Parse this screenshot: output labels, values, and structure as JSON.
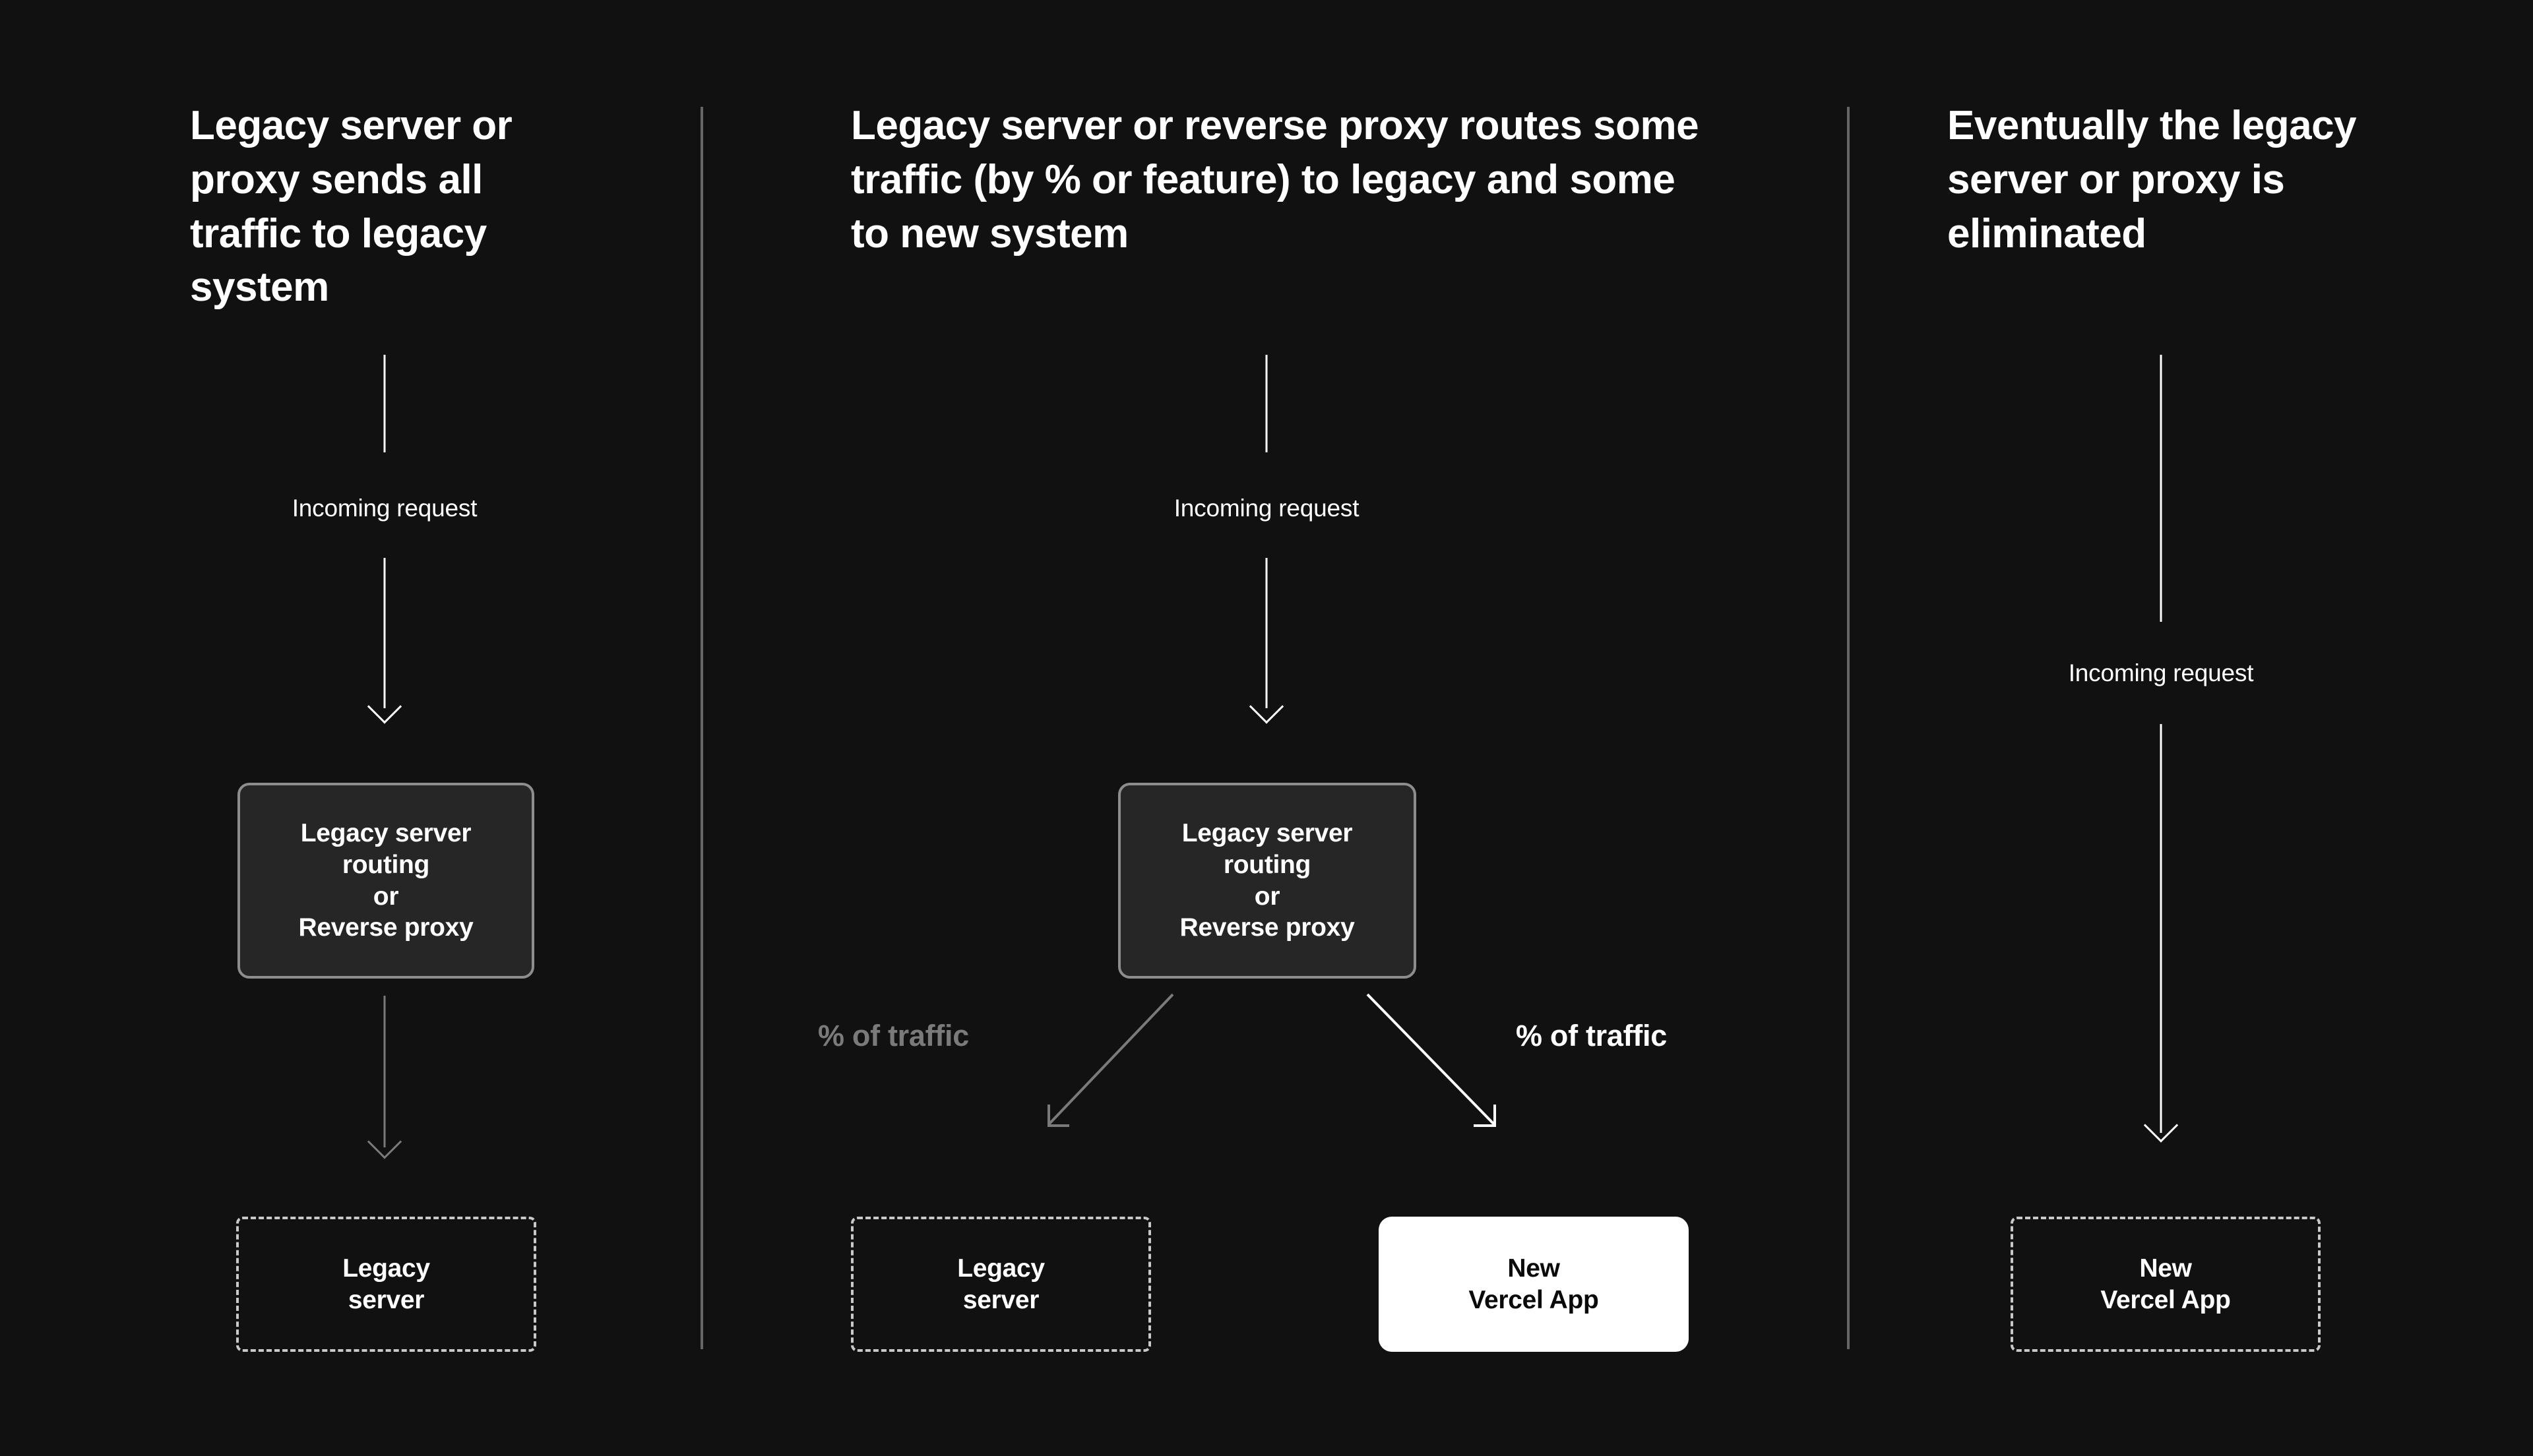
{
  "theme": {
    "background": "#111111",
    "text_primary": "#ffffff",
    "text_dim": "#7a7a7a",
    "divider": "#666666",
    "box_solid_fill": "#262626",
    "box_solid_border": "#8d8d8d",
    "box_dashed_border": "#c9c9c9",
    "box_filled_fill": "#ffffff",
    "box_filled_text": "#0a0a0a"
  },
  "columns": [
    {
      "id": "stage-1",
      "heading": "Legacy server or proxy sends all traffic to legacy system",
      "incoming_label": "Incoming request",
      "router_box": "Legacy server\nrouting\nor\nReverse proxy",
      "destination_box": "Legacy\nserver"
    },
    {
      "id": "stage-2",
      "heading": "Legacy server or reverse proxy routes some traffic (by % or feature) to legacy and some to new system",
      "incoming_label": "Incoming request",
      "router_box": "Legacy server\nrouting\nor\nReverse proxy",
      "traffic_label_left": "% of traffic",
      "traffic_label_right": "% of traffic",
      "destination_box_left": "Legacy\nserver",
      "destination_box_right": "New\nVercel App"
    },
    {
      "id": "stage-3",
      "heading": "Eventually the legacy server or proxy is eliminated",
      "incoming_label": "Incoming request",
      "destination_box": "New\nVercel App"
    }
  ]
}
